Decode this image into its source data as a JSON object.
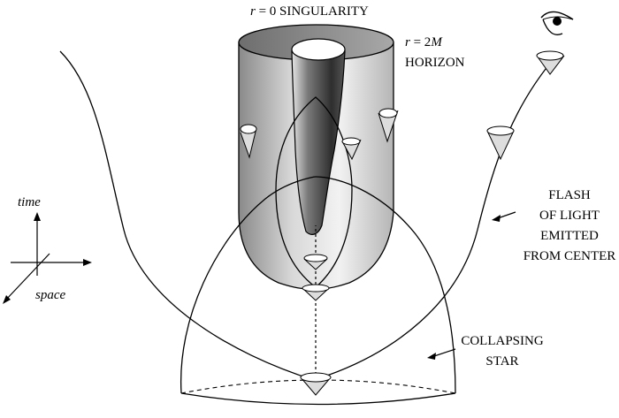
{
  "labels": {
    "singularity": {
      "var": "r",
      "rest": " = 0 SINGULARITY"
    },
    "horizon": {
      "line1_var": "r",
      "line1_eq": " = 2",
      "line1_mass": "M",
      "line2": "HORIZON"
    },
    "flash": [
      "FLASH",
      "OF LIGHT",
      "EMITTED",
      "FROM CENTER"
    ],
    "star": [
      "COLLAPSING",
      "STAR"
    ],
    "axis_time": "time",
    "axis_space": "space"
  },
  "icons": [
    "eye-icon",
    "light-cone-icon"
  ]
}
